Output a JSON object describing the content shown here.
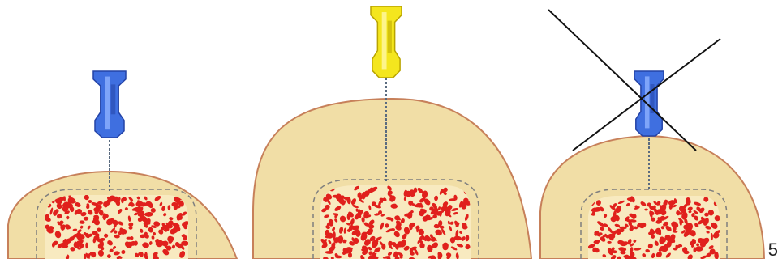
{
  "figure": {
    "corner_label": "5"
  },
  "colors": {
    "tissue_fill": "#f1dea6",
    "tissue_outline": "#c7805a",
    "marrow_fill": "#f8eac0",
    "marrow_dash": "#7f7f7f",
    "marrow_dots": "#e0201c",
    "needle_blue": "#3f6fe0",
    "needle_blue_dark": "#2443a6",
    "needle_blue_light": "#8fb2ff",
    "needle_yellow": "#f4e61e",
    "needle_yellow_dark": "#b9a400",
    "needle_yellow_light": "#fff8a6",
    "needle_shaft": "#5a6b80",
    "cross_mark": "#111111"
  },
  "panels": [
    {
      "id": "panel-1",
      "needle_color": "blue",
      "crossed_out": false
    },
    {
      "id": "panel-2",
      "needle_color": "yellow",
      "crossed_out": false
    },
    {
      "id": "panel-3",
      "needle_color": "blue",
      "crossed_out": true
    }
  ]
}
